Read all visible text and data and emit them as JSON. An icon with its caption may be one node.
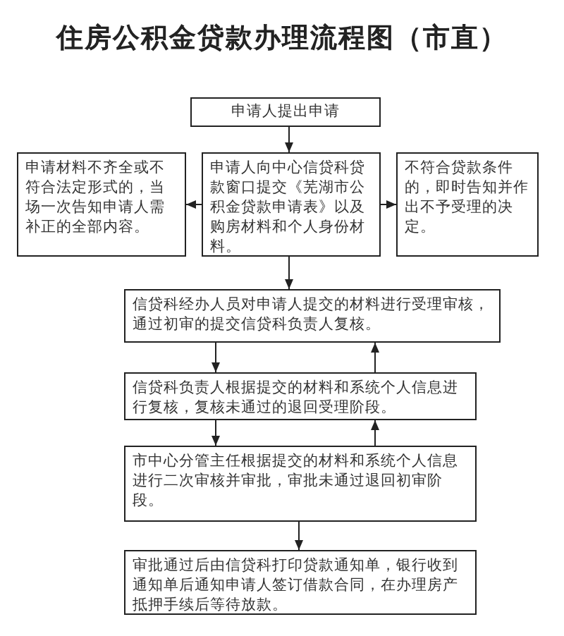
{
  "diagram": {
    "title": "住房公积金贷款办理流程图（市直）",
    "nodes": [
      {
        "text": [
          "申请人提出申请"
        ]
      },
      {
        "text": [
          "申请材料不齐全或不符合法定形式的，当场一次告知申请人需补正的全部内容。"
        ]
      },
      {
        "text": [
          "申请人向中心信贷科贷款窗口提交《芜湖市公积金贷款申请表》以及购房材料和个人身份材料。"
        ]
      },
      {
        "text": [
          "不符合贷款条件的，即时告知并作出不予受理的决定。"
        ]
      },
      {
        "text": [
          "信贷科经办人员对申请人提交的材料进行受理审核，通过初审的提交信贷科负责人复核。"
        ]
      },
      {
        "text": [
          "信贷科负责人根据提交的材料和系统个人信息进行复核，复核未通过的退回受理阶段。"
        ]
      },
      {
        "text": [
          "市中心分管主任根据提交的材料和系统个人信息进行二次审核并审批，审批未通过退回初审阶段。"
        ]
      },
      {
        "text": [
          "审批通过后由信贷科打印贷款通知单，银行收到通知单后通知申请人签订借款合同，在办理房产抵押手续后等待放款。"
        ]
      }
    ],
    "edges": [
      {
        "from": 0,
        "to": 2,
        "arrow": "to"
      },
      {
        "from": 2,
        "to": 1,
        "arrow": "to"
      },
      {
        "from": 2,
        "to": 3,
        "arrow": "to"
      },
      {
        "from": 2,
        "to": 4,
        "arrow": "to"
      },
      {
        "from": 4,
        "to": 5,
        "arrow": "to"
      },
      {
        "from": 5,
        "to": 4,
        "arrow": "to"
      },
      {
        "from": 5,
        "to": 6,
        "arrow": "to"
      },
      {
        "from": 6,
        "to": 5,
        "arrow": "to"
      },
      {
        "from": 6,
        "to": 7,
        "arrow": "to"
      }
    ]
  }
}
